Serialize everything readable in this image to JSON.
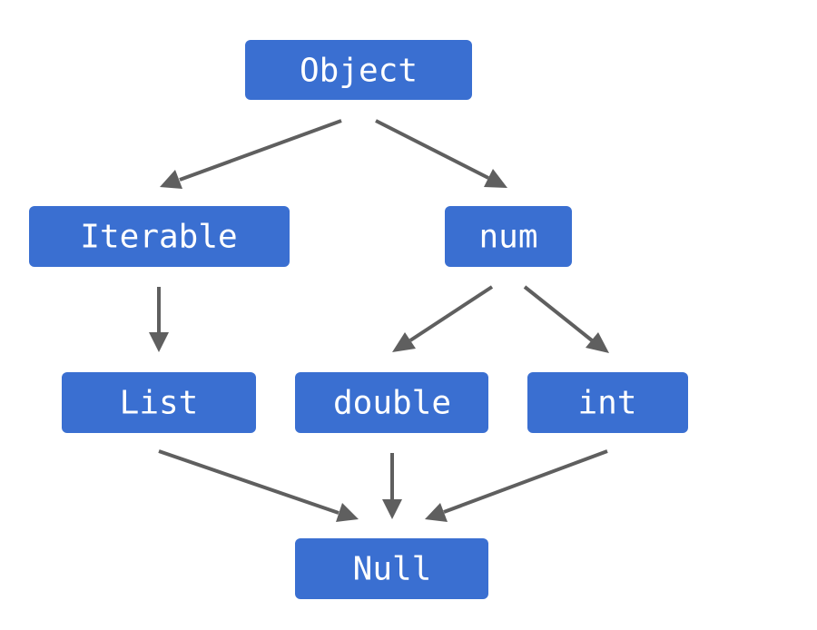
{
  "colors": {
    "node_fill": "#3a6fd1",
    "node_text": "#ffffff",
    "edge": "#5f5f5f",
    "background": "#ffffff"
  },
  "nodes": {
    "object": "Object",
    "iterable": "Iterable",
    "num": "num",
    "list": "List",
    "double": "double",
    "int": "int",
    "null": "Null"
  },
  "edges": [
    {
      "from": "object",
      "to": "iterable"
    },
    {
      "from": "object",
      "to": "num"
    },
    {
      "from": "iterable",
      "to": "list"
    },
    {
      "from": "num",
      "to": "double"
    },
    {
      "from": "num",
      "to": "int"
    },
    {
      "from": "list",
      "to": "null"
    },
    {
      "from": "double",
      "to": "null"
    },
    {
      "from": "int",
      "to": "null"
    }
  ]
}
